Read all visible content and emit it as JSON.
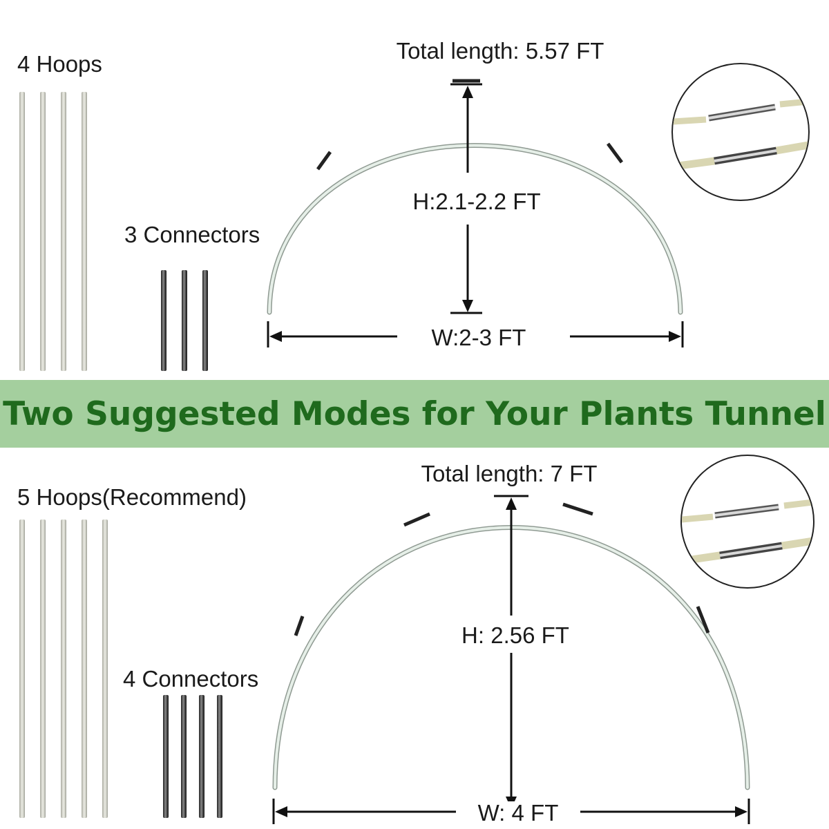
{
  "banner": {
    "title": "Two Suggested Modes for Your Plants Tunnel"
  },
  "modes": [
    {
      "hoops_label": "4 Hoops",
      "hoop_count": 4,
      "connectors_label": "3 Connectors",
      "connector_count": 3,
      "total_length": "Total length: 5.57 FT",
      "height": "H:2.1-2.2 FT",
      "width": "W:2-3 FT"
    },
    {
      "hoops_label": "5 Hoops(Recommend)",
      "hoop_count": 5,
      "connectors_label": "4 Connectors",
      "connector_count": 4,
      "total_length": "Total length: 7 FT",
      "height": "H: 2.56 FT",
      "width": "W: 4 FT"
    }
  ],
  "colors": {
    "banner_bg": "#a4cf9e",
    "banner_text": "#1f6a1d",
    "hoop": "#e6efe8",
    "connector": "#333333"
  }
}
